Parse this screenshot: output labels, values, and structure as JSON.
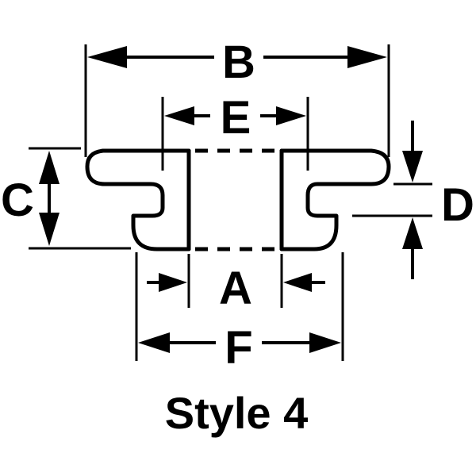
{
  "diagram": {
    "caption": "Style 4",
    "labels": {
      "a": "A",
      "b": "B",
      "c": "C",
      "d": "D",
      "e": "E",
      "f": "F"
    },
    "colors": {
      "ink": "#000000",
      "background": "#ffffff"
    }
  }
}
